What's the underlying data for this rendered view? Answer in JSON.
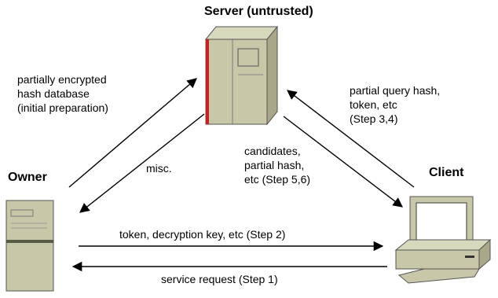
{
  "nodes": {
    "server": {
      "title": "Server (untrusted)"
    },
    "owner": {
      "title": "Owner"
    },
    "client": {
      "title": "Client"
    }
  },
  "edges": {
    "owner_to_server": "partially encrypted\nhash database\n(initial preparation)",
    "server_to_owner": "misc.",
    "client_to_server": "partial query hash,\ntoken, etc\n(Step 3,4)",
    "server_to_client": "candidates,\npartial hash,\netc (Step 5,6)",
    "owner_to_client": "token, decryption key, etc (Step 2)",
    "client_to_owner": "service request (Step 1)"
  },
  "colors": {
    "device_body": "#c8c8a8",
    "device_shade": "#a8a888",
    "device_dark": "#707058",
    "server_stripe": "#c82020",
    "screen": "#ffffff",
    "arrow": "#000000"
  }
}
